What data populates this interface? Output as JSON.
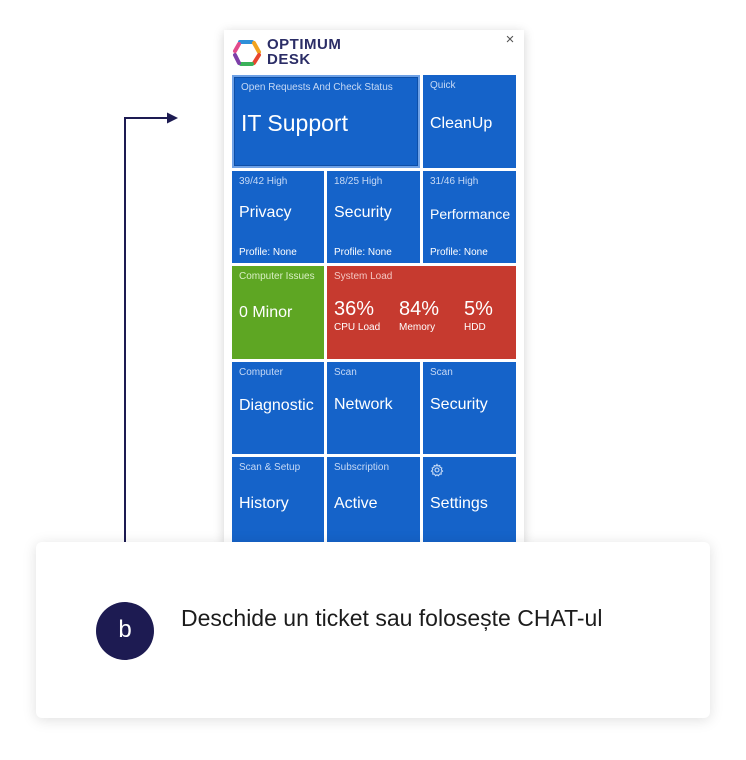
{
  "app": {
    "logo_line1": "OPTIMUM",
    "logo_line2": "DESK",
    "close_glyph": "×"
  },
  "tiles": {
    "it_support": {
      "caption": "Open Requests And Check Status",
      "label": "IT Support"
    },
    "quick": {
      "caption": "Quick",
      "label": "CleanUp"
    },
    "privacy": {
      "caption": "39/42 High",
      "label": "Privacy",
      "footer": "Profile: None"
    },
    "security_profile": {
      "caption": "18/25 High",
      "label": "Security",
      "footer": "Profile: None"
    },
    "performance": {
      "caption": "31/46 High",
      "label": "Performance",
      "footer": "Profile: None"
    },
    "computer_issues": {
      "caption": "Computer Issues",
      "label": "0 Minor"
    },
    "system_load": {
      "caption": "System Load",
      "cpu": {
        "value": "36%",
        "label": "CPU Load"
      },
      "memory": {
        "value": "84%",
        "label": "Memory"
      },
      "hdd": {
        "value": "5%",
        "label": "HDD"
      }
    },
    "diagnostic": {
      "caption": "Computer",
      "label": "Diagnostic"
    },
    "network": {
      "caption": "Scan",
      "label": "Network"
    },
    "scan_security": {
      "caption": "Scan",
      "label": "Security"
    },
    "history": {
      "caption": "Scan & Setup",
      "label": "History"
    },
    "subscription": {
      "caption": "Subscription",
      "label": "Active"
    },
    "settings": {
      "icon": "gear-icon",
      "label": "Settings"
    }
  },
  "callout": {
    "badge": "b",
    "text": "Deschide un ticket sau folosește CHAT-ul"
  },
  "colors": {
    "tile_blue": "#1563c9",
    "tile_green": "#5ea623",
    "tile_red": "#c63a2f",
    "badge": "#1d1b52",
    "logo_text": "#2b2d66"
  }
}
